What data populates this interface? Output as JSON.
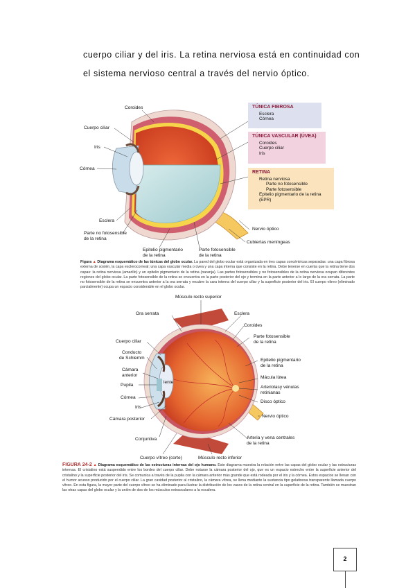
{
  "intro": {
    "line1": "cuerpo ciliar y del iris. La retina nerviosa está en continuidad con",
    "line2": "el sistema nervioso central a través del nervio óptico."
  },
  "figure1": {
    "labels": {
      "coroides": "Coroides",
      "cuerpo_ciliar": "Cuerpo ciliar",
      "iris": "Iris",
      "cornea": "Córnea",
      "esclera": "Esclera",
      "parte_no_fotosensible": "Parte no fotosensible",
      "de_la_retina_1": "de la retina",
      "epitelio": "Epitelio pigmentario",
      "de_la_retina_2": "de la retina",
      "parte_fotosensible": "Parte fotosensible",
      "de_la_retina_3": "de la retina",
      "nervio_optico": "Nervio óptico",
      "cubiertas": "Cubiertas meníngeas"
    },
    "boxes": {
      "fibrosa": {
        "title": "TÚNICA FIBROSA",
        "items": [
          "Esclera",
          "Córnea"
        ],
        "color": "#dde1ef"
      },
      "vascular": {
        "title": "TÚNICA VASCULAR (ÚVEA)",
        "items": [
          "Coroides",
          "Cuerpo ciliar",
          "Iris"
        ],
        "color": "#f3d2e0"
      },
      "retina": {
        "title": "RETINA",
        "items": [
          "Retina nerviosa",
          "Parte no fotosensible",
          "Parte fotosensible",
          "Epitelio pigmentario de la retina",
          "(EPR)"
        ],
        "color": "#fbe4bd"
      }
    },
    "caption": {
      "fig_label": "Figura",
      "title": "Diagrama esquemático de las túnicas del globo ocular.",
      "text": "La pared del globo ocular está organizada en tres capas concéntricas separadas: una capa fibrosa externa de sostén, la capa esclerocorneal; una capa vascular media o úvea y una capa interna que consiste en la retina. Debe tenerse en cuenta que la retina tiene dos capas: la retina nerviosa (amarillo) y un epitelio pigmentario de la retina (naranja). Las partes fotosensibles y no fotosensibles de la retina nerviosa ocupan diferentes regiones del globo ocular. La parte fotosensible de la retina se encuentra en la parte posterior del ojo y termina en la parte anterior a lo largo de la ora serrata. La parte no fotosensible de la retina se encuentra anterior a la ora serrata y recubre la cara interna del cuerpo ciliar y la superficie posterior del iris. El cuerpo vítreo (eliminado parcialmente) ocupa un espacio considerable en el globo ocular."
    }
  },
  "figure2": {
    "labels": {
      "musculo_superior": "Músculo recto superior",
      "ora_serrata": "Ora serrata",
      "esclera": "Esclera",
      "cuerpo_ciliar": "Cuerpo ciliar",
      "coroides": "Coroides",
      "parte_fotosensible": "Parte fotosensible",
      "de_la_retina_1": "de la retina",
      "conducto": "Conducto",
      "de_schlemm": "de Schlemm",
      "epitelio": "Epitelio pigmentario",
      "de_la_retina_2": "de la retina",
      "camara": "Cámara",
      "anterior": "anterior",
      "macula": "Mácula lútea",
      "pupila": "Pupila",
      "lente": "lente",
      "arteriolas": "Arteriolasy vénulas",
      "retinianas": "retinianas",
      "cornea": "Córnea",
      "disco": "Disco óptico",
      "iris": "Iris",
      "nervio_optico": "Nervio óptico",
      "camara_posterior": "Cámara posterior",
      "conjuntiva": "Conjuntiva",
      "arteria": "Arteria y vena centrales",
      "de_la_retina_3": "de la retina",
      "cuerpo_vitreo": "Cuerpo vítreo (corte)",
      "musculo_inferior": "Músculo recto inferior"
    },
    "caption": {
      "fig_label": "FIGURA 24-2",
      "title": "Diagrama esquemático de las estructuras internas del ojo humano.",
      "text": "Este diagrama muestra la relación entre las capas del globo ocular y las estructuras internas. El cristalino está suspendido entre los bordes del cuerpo ciliar. Debe notarse la cámara posterior del ojo, que es un espacio estrecho entre la superficie anterior del cristalino y la superficie posterior del iris. Se comunica a través de la pupila con la cámara anterior más grande que está rodeada por el iris y la córnea. Estos espacios se llenan con el humor acuoso producido por el cuerpo ciliar. La gran cavidad posterior al cristalino, la cámara vítrea, se llena mediante la sustancia tipo gelatinosa transparente llamada cuerpo vítreo. En esta figura, la mayor parte del cuerpo vítreo se ha eliminado para ilustrar la distribución de los vasos de la retina central en la superficie de la retina. También se muestran las otras capas del globo ocular y la unión de dos de los músculos extraoculares a la escalera."
    }
  },
  "page_number": "2"
}
